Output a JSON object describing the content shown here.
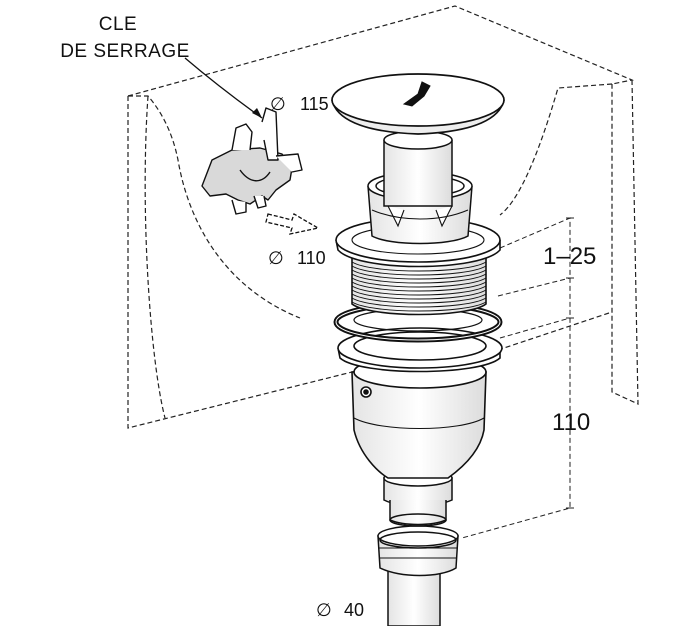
{
  "labels": {
    "key_line1": "CLE",
    "key_line2": "DE SERRAGE",
    "cover_diameter": "115",
    "flange_diameter": "110",
    "outlet_diameter": "40"
  },
  "dimensions": {
    "thickness_range": "1–25",
    "body_height": "110"
  },
  "symbols": {
    "diameter": "∅"
  },
  "colors": {
    "line": "#111111",
    "fill": "#ffffff",
    "tint": "#f2f2f2"
  }
}
